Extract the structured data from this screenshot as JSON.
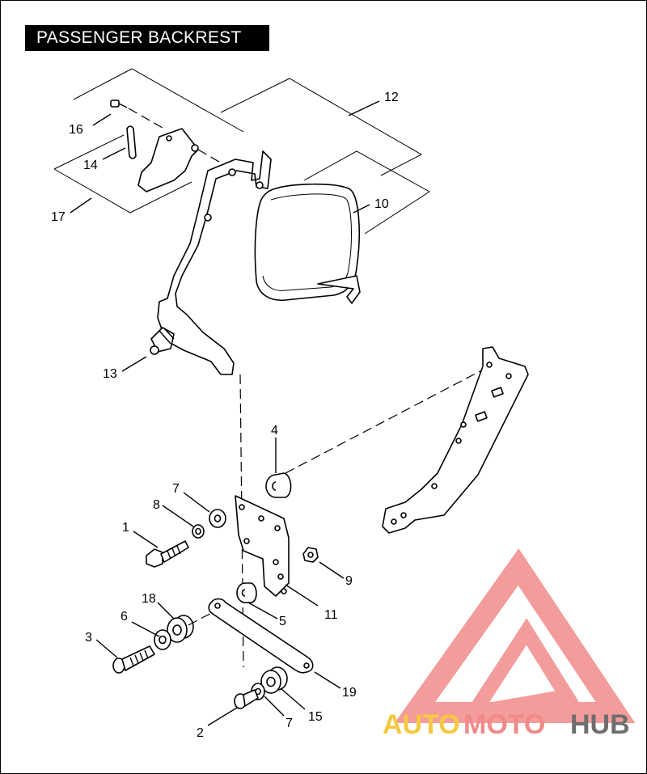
{
  "title": "PASSENGER BACKREST",
  "callouts": {
    "c1": "1",
    "c2": "2",
    "c3": "3",
    "c4": "4",
    "c5": "5",
    "c6": "6",
    "c7a": "7",
    "c7b": "7",
    "c8": "8",
    "c9": "9",
    "c10": "10",
    "c11": "11",
    "c12": "12",
    "c13": "13",
    "c14": "14",
    "c15": "15",
    "c16": "16",
    "c17": "17",
    "c18": "18",
    "c19": "19"
  },
  "watermark": {
    "word_a": "AUTO",
    "word_b": "MOTO",
    "word_c": "HUB",
    "color_a": "#f5c842",
    "color_b": "#f08a8a",
    "color_c": "#6e6e6e",
    "logo_color": "#f28b8b"
  }
}
